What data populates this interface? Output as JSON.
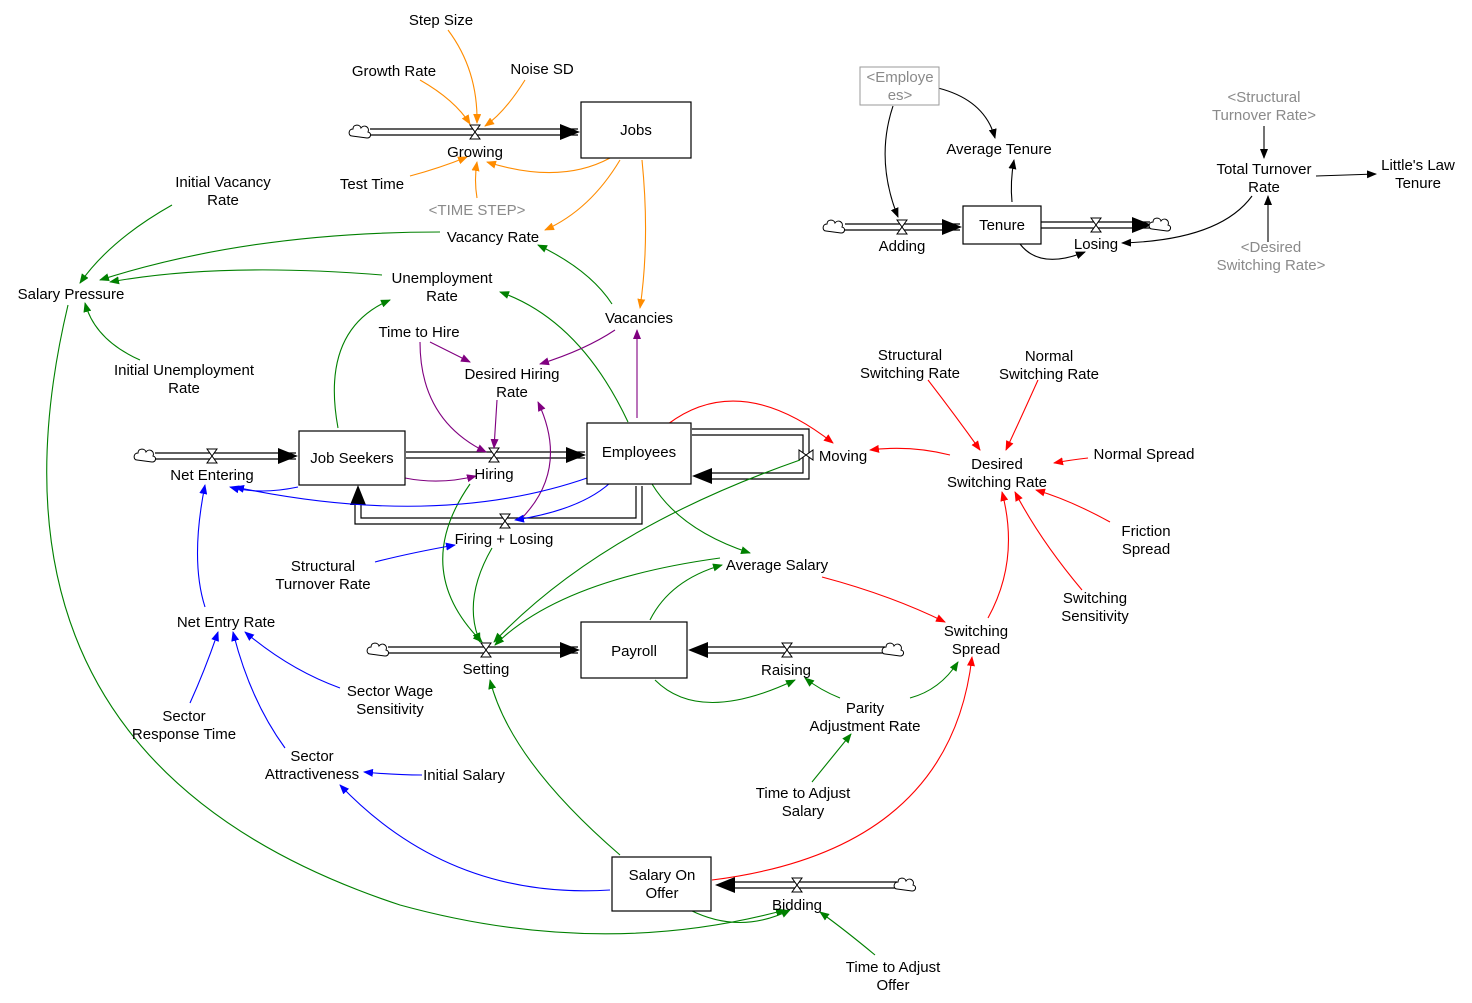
{
  "colors": {
    "black": "#000000",
    "orange": "#ff8c00",
    "green": "#008000",
    "purple": "#800080",
    "blue": "#0000ff",
    "red": "#ff0000",
    "ghost": "#8a8a8a"
  },
  "stocks": {
    "jobs": "Jobs",
    "tenure": "Tenure",
    "job_seekers": "Job Seekers",
    "employees": "Employees",
    "payroll": "Payroll",
    "salary_on_offer_1": "Salary On",
    "salary_on_offer_2": "Offer"
  },
  "shadows": {
    "employees_1": "<Employe",
    "employees_2": "es>",
    "time_step": "<TIME STEP>",
    "structural_turnover_1": "<Structural",
    "structural_turnover_2": "Turnover Rate>",
    "desired_switching_1": "<Desired",
    "desired_switching_2": "Switching Rate>"
  },
  "rates": {
    "growing": "Growing",
    "adding": "Adding",
    "losing": "Losing",
    "net_entering": "Net Entering",
    "hiring": "Hiring",
    "moving": "Moving",
    "firing_losing": "Firing + Losing",
    "setting": "Setting",
    "raising": "Raising",
    "bidding": "Bidding"
  },
  "variables": {
    "step_size": "Step Size",
    "growth_rate": "Growth Rate",
    "noise_sd": "Noise SD",
    "test_time": "Test Time",
    "initial_vacancy_1": "Initial Vacancy",
    "initial_vacancy_2": "Rate",
    "vacancy_rate": "Vacancy Rate",
    "salary_pressure": "Salary Pressure",
    "unemployment_rate_1": "Unemployment",
    "unemployment_rate_2": "Rate",
    "vacancies": "Vacancies",
    "time_to_hire": "Time to Hire",
    "desired_hiring_1": "Desired Hiring",
    "desired_hiring_2": "Rate",
    "initial_unemployment_1": "Initial Unemployment",
    "initial_unemployment_2": "Rate",
    "average_tenure": "Average Tenure",
    "total_turnover_1": "Total Turnover",
    "total_turnover_2": "Rate",
    "littles_law_1": "Little's Law",
    "littles_law_2": "Tenure",
    "structural_switching_1": "Structural",
    "structural_switching_2": "Switching Rate",
    "normal_switching_1": "Normal",
    "normal_switching_2": "Switching Rate",
    "normal_spread": "Normal Spread",
    "desired_switching_1": "Desired",
    "desired_switching_2": "Switching Rate",
    "friction_spread_1": "Friction",
    "friction_spread_2": "Spread",
    "switching_sensitivity_1": "Switching",
    "switching_sensitivity_2": "Sensitivity",
    "switching_spread_1": "Switching",
    "switching_spread_2": "Spread",
    "structural_turnover_1": "Structural",
    "structural_turnover_2": "Turnover Rate",
    "average_salary": "Average Salary",
    "net_entry_rate": "Net Entry Rate",
    "sector_wage_1": "Sector Wage",
    "sector_wage_2": "Sensitivity",
    "sector_response_1": "Sector",
    "sector_response_2": "Response Time",
    "sector_attractiveness_1": "Sector",
    "sector_attractiveness_2": "Attractiveness",
    "initial_salary": "Initial Salary",
    "parity_1": "Parity",
    "parity_2": "Adjustment Rate",
    "time_adjust_salary_1": "Time to Adjust",
    "time_adjust_salary_2": "Salary",
    "time_adjust_offer_1": "Time to Adjust",
    "time_adjust_offer_2": "Offer"
  }
}
